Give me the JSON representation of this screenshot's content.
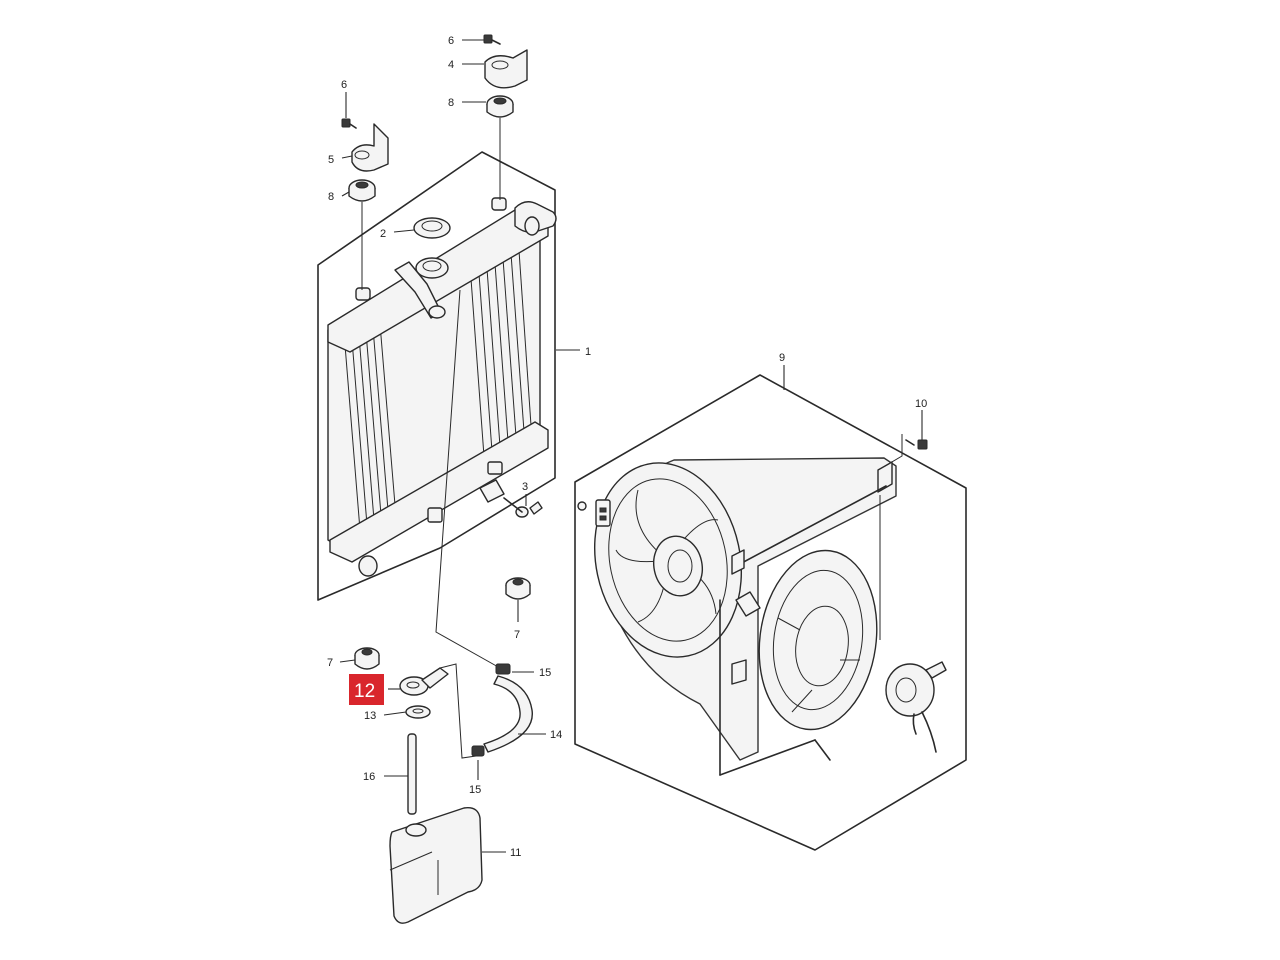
{
  "labels": {
    "p1": "1",
    "p2": "2",
    "p3": "3",
    "p4": "4",
    "p5": "5",
    "p6a": "6",
    "p6b": "6",
    "p7a": "7",
    "p7b": "7",
    "p8a": "8",
    "p8b": "8",
    "p9": "9",
    "p10": "10",
    "p11": "11",
    "p12": "12",
    "p13": "13",
    "p14": "14",
    "p15a": "15",
    "p15b": "15",
    "p16": "16"
  },
  "highlight": {
    "label": "12",
    "color": "#d9262c"
  }
}
